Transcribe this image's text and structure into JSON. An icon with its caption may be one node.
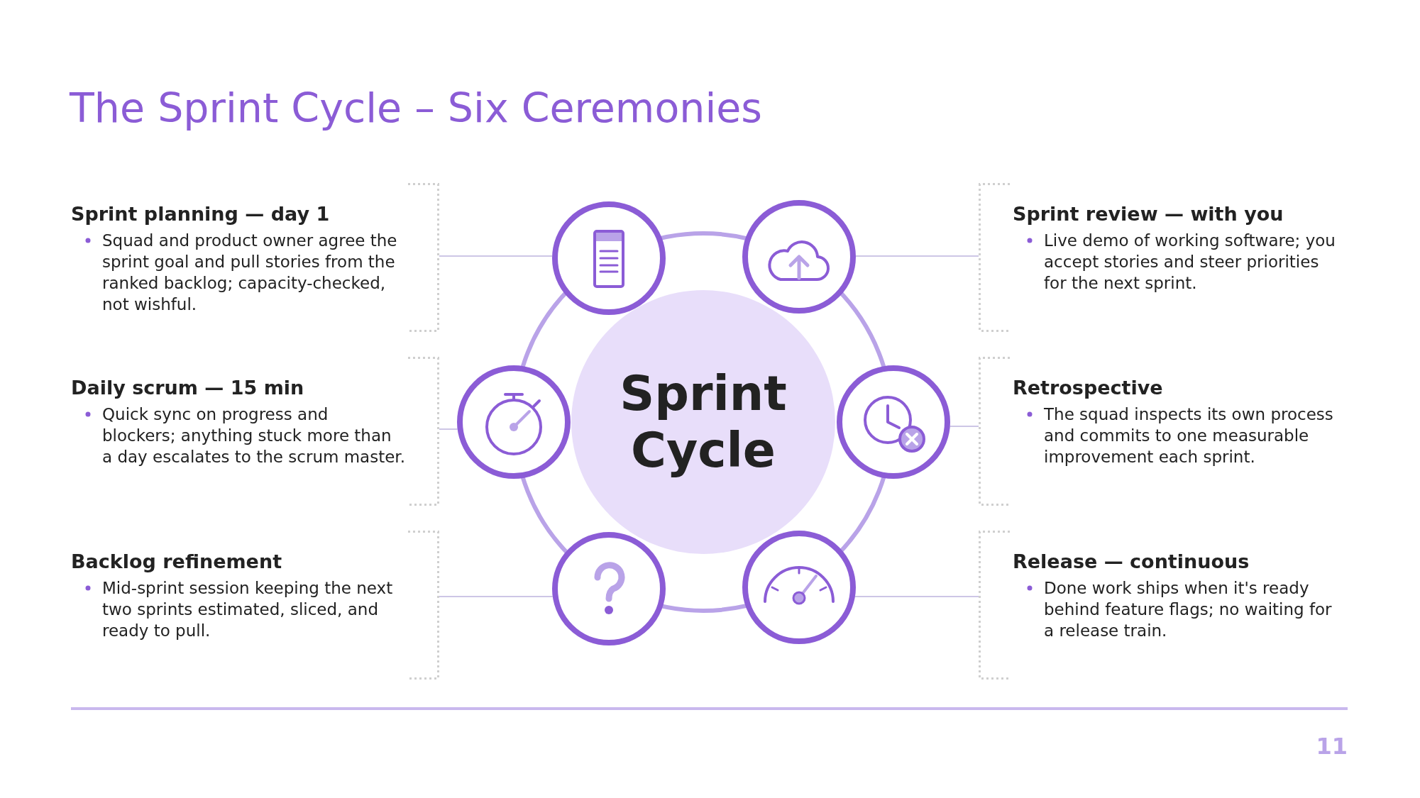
{
  "diagram": {
    "title": "The Sprint Cycle – Six Ceremonies",
    "nodes": [
      {
        "text": [
          "Sprint Cycle"
        ]
      },
      {
        "text": [],
        "shape": "circle"
      },
      {
        "text": [],
        "shape": "circle"
      },
      {
        "text": [],
        "shape": "circle"
      },
      {
        "text": [],
        "shape": "circle"
      },
      {
        "text": [],
        "shape": "circle"
      },
      {
        "text": [],
        "shape": "circle"
      },
      {
        "text": [
          "Sprint planning — day 1",
          "Squad and product owner agree the sprint goal and pull stories from the ranked backlog; capacity-checked, not wishful."
        ]
      },
      {
        "text": [
          "Sprint review — with you",
          "Live demo of working software; you accept stories and steer priorities for the next sprint."
        ]
      },
      {
        "text": [
          "Daily scrum — 15 min",
          "Quick sync on progress and blockers; anything stuck more than a day escalates to the scrum master."
        ]
      },
      {
        "text": [
          "Retrospective",
          "The squad inspects its own process and commits to one measurable improvement each sprint."
        ]
      },
      {
        "text": [
          "Backlog refinement",
          "Mid-sprint session keeping the next two sprints estimated, sliced, and ready to pull."
        ]
      },
      {
        "text": [
          "Release — continuous",
          "Done work ships when it's ready behind feature flags; no waiting for a release train."
        ]
      }
    ],
    "edges": [
      {
        "from": 7,
        "to": 1,
        "arrow": "none"
      },
      {
        "from": 8,
        "to": 2,
        "arrow": "none"
      },
      {
        "from": 9,
        "to": 3,
        "arrow": "none"
      },
      {
        "from": 10,
        "to": 4,
        "arrow": "none"
      },
      {
        "from": 11,
        "to": 5,
        "arrow": "none"
      },
      {
        "from": 12,
        "to": 6,
        "arrow": "none"
      }
    ],
    "labels": [
      "11"
    ]
  }
}
